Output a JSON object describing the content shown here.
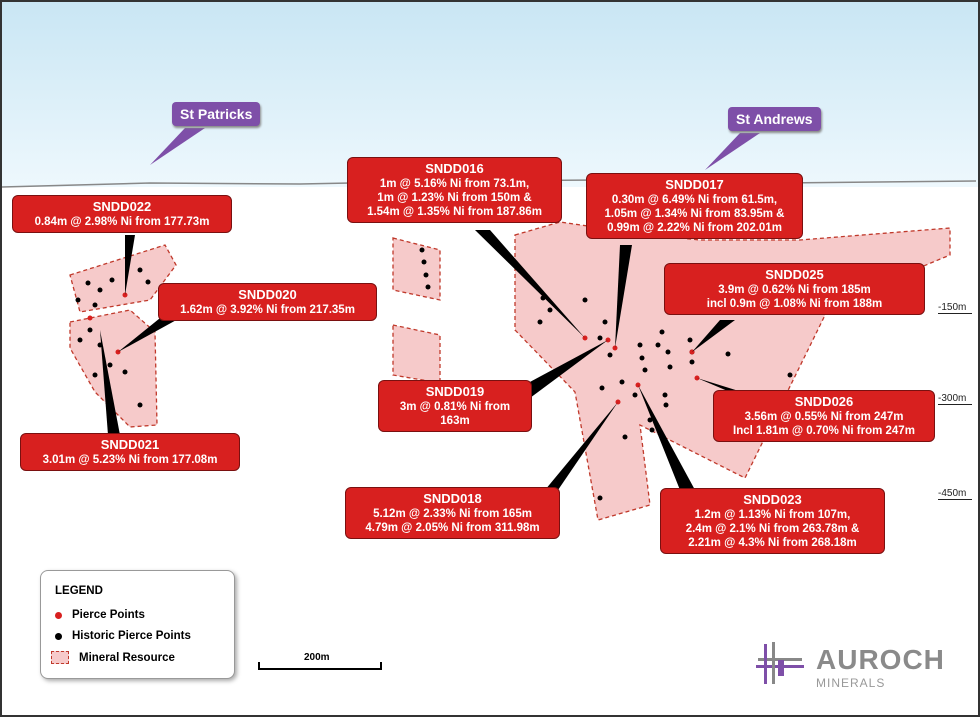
{
  "places": {
    "st_patricks": "St Patricks",
    "st_andrews": "St Andrews"
  },
  "callouts": [
    {
      "id": "SNDD022",
      "lines": [
        "0.84m @ 2.98% Ni from 177.73m"
      ]
    },
    {
      "id": "SNDD020",
      "lines": [
        "1.62m @ 3.92% Ni from 217.35m"
      ]
    },
    {
      "id": "SNDD021",
      "lines": [
        "3.01m @ 5.23% Ni from 177.08m"
      ]
    },
    {
      "id": "SNDD016",
      "lines": [
        "1m @ 5.16% Ni from 73.1m,",
        "1m @ 1.23% Ni from 150m &",
        "1.54m @ 1.35% Ni from 187.86m"
      ]
    },
    {
      "id": "SNDD017",
      "lines": [
        "0.30m @ 6.49% Ni from 61.5m,",
        "1.05m @ 1.34% Ni from 83.95m &",
        "0.99m @ 2.22% Ni from 202.01m"
      ]
    },
    {
      "id": "SNDD025",
      "lines": [
        "3.9m @ 0.62% Ni from 185m",
        "incl 0.9m @ 1.08% Ni from 188m"
      ]
    },
    {
      "id": "SNDD019",
      "lines": [
        "3m @ 0.81% Ni from 163m"
      ]
    },
    {
      "id": "SNDD026",
      "lines": [
        "3.56m @ 0.55% Ni from 247m",
        "Incl 1.81m @ 0.70% Ni from 247m"
      ]
    },
    {
      "id": "SNDD018",
      "lines": [
        "5.12m @ 2.33% Ni from 165m",
        "4.79m @ 2.05% Ni from 311.98m"
      ]
    },
    {
      "id": "SNDD023",
      "lines": [
        "1.2m @ 1.13% Ni from 107m,",
        "2.4m @ 2.1% Ni from 263.78m &",
        "2.21m @ 4.3% Ni from 268.18m"
      ]
    }
  ],
  "depths": [
    "-150m",
    "-300m",
    "-450m"
  ],
  "legend": {
    "title": "LEGEND",
    "items": [
      "Pierce Points",
      "Historic Pierce Points",
      "Mineral Resource"
    ]
  },
  "scale": "200m",
  "logo": {
    "name": "AUROCH",
    "sub": "MINERALS"
  },
  "colors": {
    "callout": "#d8201f",
    "resource": "#f6caca",
    "label": "#7e4fa8"
  }
}
